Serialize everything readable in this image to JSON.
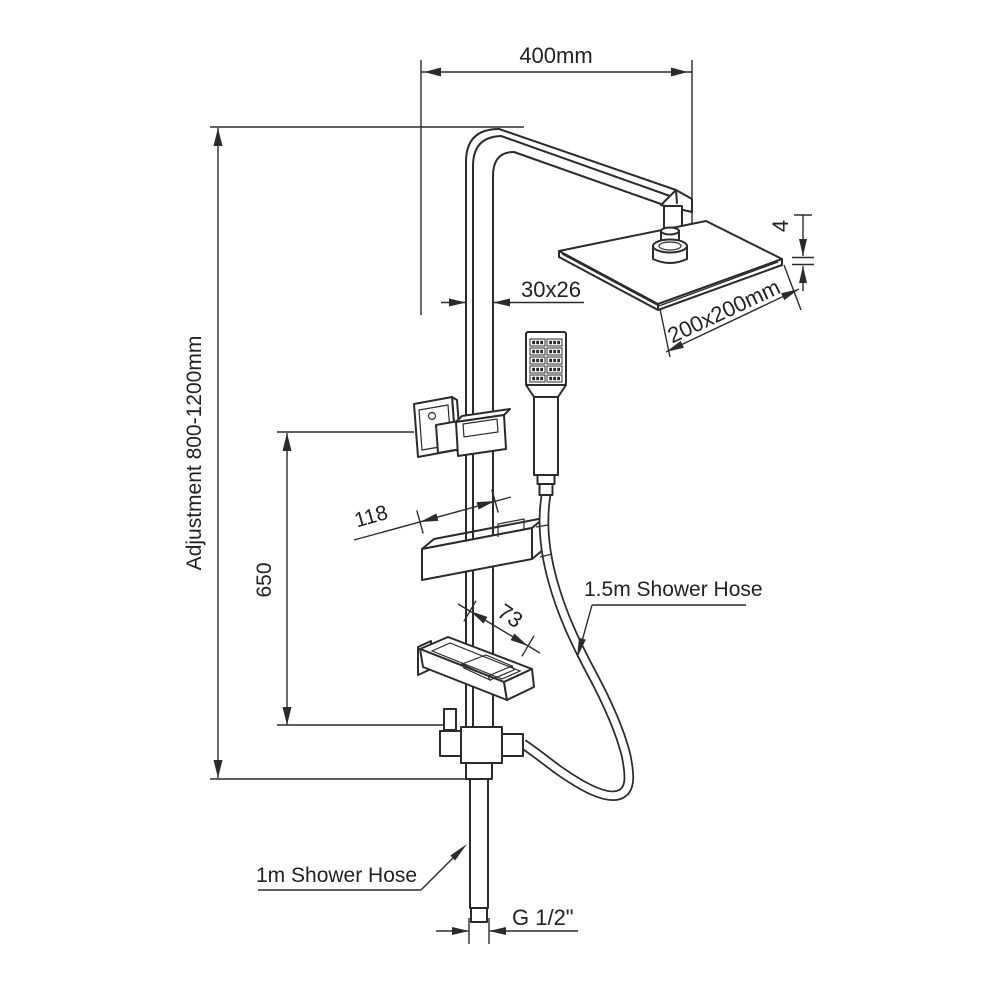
{
  "diagram": {
    "type": "technical-drawing",
    "subject": "thermostatic shower riser system with square rain head and hand shower",
    "colors": {
      "line": "#2b2b2b",
      "background": "#ffffff"
    },
    "labels": {
      "top_width": "400mm",
      "head_size": "200x200mm",
      "head_thickness": "4",
      "riser_section": "30x26",
      "height_adjustment": "Adjustment 800-1200mm",
      "mid_height": "650",
      "shelf_length": "118",
      "soap_dish_depth": "73",
      "hose_upper": "1.5m Shower Hose",
      "hose_lower": "1m Shower Hose",
      "outlet_thread": "G 1/2\""
    }
  }
}
